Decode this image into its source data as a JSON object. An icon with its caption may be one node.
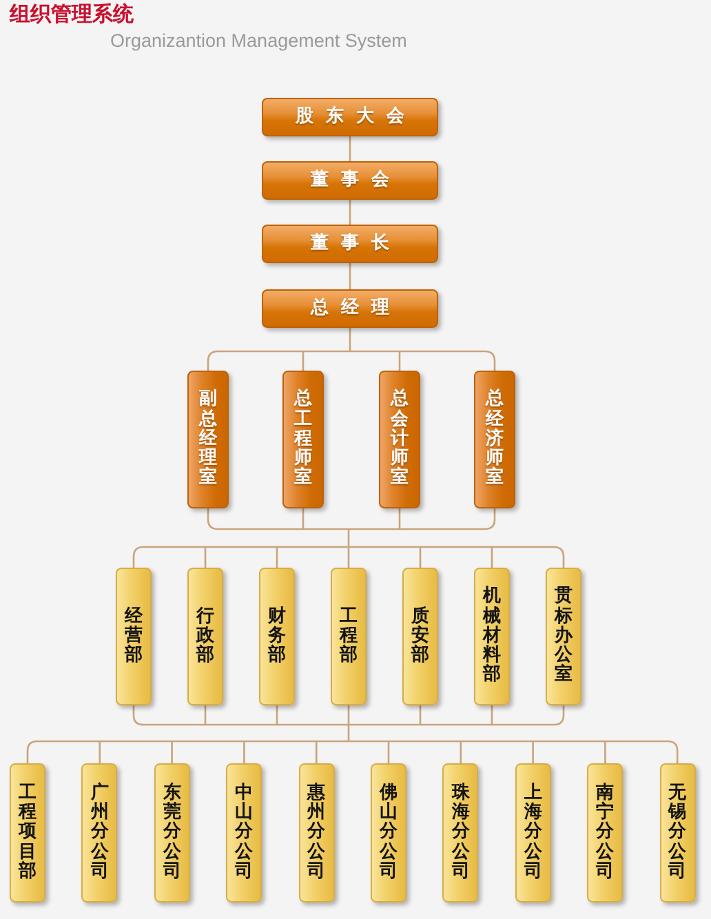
{
  "diagram": {
    "title": "组织管理系统",
    "nodes": [
      {
        "text": [
          "股东大会"
        ]
      },
      {
        "text": [
          "董事会"
        ]
      },
      {
        "text": [
          "董事长"
        ]
      },
      {
        "text": [
          "总经理"
        ]
      },
      {
        "text": [
          "副总经理室"
        ]
      },
      {
        "text": [
          "总工程师室"
        ]
      },
      {
        "text": [
          "总会计师室"
        ]
      },
      {
        "text": [
          "总经济师室"
        ]
      },
      {
        "text": [
          "经营部"
        ]
      },
      {
        "text": [
          "行政部"
        ]
      },
      {
        "text": [
          "财务部"
        ]
      },
      {
        "text": [
          "工程部"
        ]
      },
      {
        "text": [
          "质安部"
        ]
      },
      {
        "text": [
          "机械材料部"
        ]
      },
      {
        "text": [
          "贯标办公室"
        ]
      },
      {
        "text": [
          "工程项目部"
        ]
      },
      {
        "text": [
          "广州分公司"
        ]
      },
      {
        "text": [
          "东莞分公司"
        ]
      },
      {
        "text": [
          "中山分公司"
        ]
      },
      {
        "text": [
          "惠州分公司"
        ]
      },
      {
        "text": [
          "佛山分公司"
        ]
      },
      {
        "text": [
          "珠海分公司"
        ]
      },
      {
        "text": [
          "上海分公司"
        ]
      },
      {
        "text": [
          "南宁分公司"
        ]
      },
      {
        "text": [
          "无锡分公司"
        ]
      }
    ],
    "edges": [
      {
        "from": 0,
        "to": 1,
        "arrow": "none"
      },
      {
        "from": 1,
        "to": 2,
        "arrow": "none"
      },
      {
        "from": 2,
        "to": 3,
        "arrow": "none"
      },
      {
        "from": 3,
        "to": 4,
        "arrow": "none"
      },
      {
        "from": 3,
        "to": 5,
        "arrow": "none"
      },
      {
        "from": 3,
        "to": 6,
        "arrow": "none"
      },
      {
        "from": 3,
        "to": 7,
        "arrow": "none"
      },
      {
        "from": 4,
        "to": 8,
        "arrow": "none"
      },
      {
        "from": 4,
        "to": 9,
        "arrow": "none"
      },
      {
        "from": 4,
        "to": 10,
        "arrow": "none"
      },
      {
        "from": 4,
        "to": 11,
        "arrow": "none"
      },
      {
        "from": 4,
        "to": 12,
        "arrow": "none"
      },
      {
        "from": 4,
        "to": 13,
        "arrow": "none"
      },
      {
        "from": 4,
        "to": 14,
        "arrow": "none"
      },
      {
        "from": 5,
        "to": 8,
        "arrow": "none"
      },
      {
        "from": 5,
        "to": 9,
        "arrow": "none"
      },
      {
        "from": 5,
        "to": 10,
        "arrow": "none"
      },
      {
        "from": 5,
        "to": 11,
        "arrow": "none"
      },
      {
        "from": 5,
        "to": 12,
        "arrow": "none"
      },
      {
        "from": 5,
        "to": 13,
        "arrow": "none"
      },
      {
        "from": 5,
        "to": 14,
        "arrow": "none"
      },
      {
        "from": 6,
        "to": 8,
        "arrow": "none"
      },
      {
        "from": 6,
        "to": 9,
        "arrow": "none"
      },
      {
        "from": 6,
        "to": 10,
        "arrow": "none"
      },
      {
        "from": 6,
        "to": 11,
        "arrow": "none"
      },
      {
        "from": 6,
        "to": 12,
        "arrow": "none"
      },
      {
        "from": 6,
        "to": 13,
        "arrow": "none"
      },
      {
        "from": 6,
        "to": 14,
        "arrow": "none"
      },
      {
        "from": 7,
        "to": 8,
        "arrow": "none"
      },
      {
        "from": 7,
        "to": 9,
        "arrow": "none"
      },
      {
        "from": 7,
        "to": 10,
        "arrow": "none"
      },
      {
        "from": 7,
        "to": 11,
        "arrow": "none"
      },
      {
        "from": 7,
        "to": 12,
        "arrow": "none"
      },
      {
        "from": 7,
        "to": 13,
        "arrow": "none"
      },
      {
        "from": 7,
        "to": 14,
        "arrow": "none"
      },
      {
        "from": 8,
        "to": 15,
        "arrow": "none"
      },
      {
        "from": 8,
        "to": 16,
        "arrow": "none"
      },
      {
        "from": 8,
        "to": 17,
        "arrow": "none"
      },
      {
        "from": 8,
        "to": 18,
        "arrow": "none"
      },
      {
        "from": 8,
        "to": 19,
        "arrow": "none"
      },
      {
        "from": 8,
        "to": 20,
        "arrow": "none"
      },
      {
        "from": 8,
        "to": 21,
        "arrow": "none"
      },
      {
        "from": 8,
        "to": 22,
        "arrow": "none"
      },
      {
        "from": 8,
        "to": 23,
        "arrow": "none"
      },
      {
        "from": 8,
        "to": 24,
        "arrow": "none"
      },
      {
        "from": 9,
        "to": 15,
        "arrow": "none"
      },
      {
        "from": 9,
        "to": 16,
        "arrow": "none"
      },
      {
        "from": 9,
        "to": 17,
        "arrow": "none"
      },
      {
        "from": 9,
        "to": 18,
        "arrow": "none"
      },
      {
        "from": 9,
        "to": 19,
        "arrow": "none"
      },
      {
        "from": 9,
        "to": 20,
        "arrow": "none"
      },
      {
        "from": 9,
        "to": 21,
        "arrow": "none"
      },
      {
        "from": 9,
        "to": 22,
        "arrow": "none"
      },
      {
        "from": 9,
        "to": 23,
        "arrow": "none"
      },
      {
        "from": 9,
        "to": 24,
        "arrow": "none"
      },
      {
        "from": 10,
        "to": 15,
        "arrow": "none"
      },
      {
        "from": 10,
        "to": 16,
        "arrow": "none"
      },
      {
        "from": 10,
        "to": 17,
        "arrow": "none"
      },
      {
        "from": 10,
        "to": 18,
        "arrow": "none"
      },
      {
        "from": 10,
        "to": 19,
        "arrow": "none"
      },
      {
        "from": 10,
        "to": 20,
        "arrow": "none"
      },
      {
        "from": 10,
        "to": 21,
        "arrow": "none"
      },
      {
        "from": 10,
        "to": 22,
        "arrow": "none"
      },
      {
        "from": 10,
        "to": 23,
        "arrow": "none"
      },
      {
        "from": 10,
        "to": 24,
        "arrow": "none"
      },
      {
        "from": 11,
        "to": 15,
        "arrow": "none"
      },
      {
        "from": 11,
        "to": 16,
        "arrow": "none"
      },
      {
        "from": 11,
        "to": 17,
        "arrow": "none"
      },
      {
        "from": 11,
        "to": 18,
        "arrow": "none"
      },
      {
        "from": 11,
        "to": 19,
        "arrow": "none"
      },
      {
        "from": 11,
        "to": 20,
        "arrow": "none"
      },
      {
        "from": 11,
        "to": 21,
        "arrow": "none"
      },
      {
        "from": 11,
        "to": 22,
        "arrow": "none"
      },
      {
        "from": 11,
        "to": 23,
        "arrow": "none"
      },
      {
        "from": 11,
        "to": 24,
        "arrow": "none"
      },
      {
        "from": 12,
        "to": 15,
        "arrow": "none"
      },
      {
        "from": 12,
        "to": 16,
        "arrow": "none"
      },
      {
        "from": 12,
        "to": 17,
        "arrow": "none"
      },
      {
        "from": 12,
        "to": 18,
        "arrow": "none"
      },
      {
        "from": 12,
        "to": 19,
        "arrow": "none"
      },
      {
        "from": 12,
        "to": 20,
        "arrow": "none"
      },
      {
        "from": 12,
        "to": 21,
        "arrow": "none"
      },
      {
        "from": 12,
        "to": 22,
        "arrow": "none"
      },
      {
        "from": 12,
        "to": 23,
        "arrow": "none"
      },
      {
        "from": 12,
        "to": 24,
        "arrow": "none"
      },
      {
        "from": 13,
        "to": 15,
        "arrow": "none"
      },
      {
        "from": 13,
        "to": 16,
        "arrow": "none"
      },
      {
        "from": 13,
        "to": 17,
        "arrow": "none"
      },
      {
        "from": 13,
        "to": 18,
        "arrow": "none"
      },
      {
        "from": 13,
        "to": 19,
        "arrow": "none"
      },
      {
        "from": 13,
        "to": 20,
        "arrow": "none"
      },
      {
        "from": 13,
        "to": 21,
        "arrow": "none"
      },
      {
        "from": 13,
        "to": 22,
        "arrow": "none"
      },
      {
        "from": 13,
        "to": 23,
        "arrow": "none"
      },
      {
        "from": 13,
        "to": 24,
        "arrow": "none"
      },
      {
        "from": 14,
        "to": 15,
        "arrow": "none"
      },
      {
        "from": 14,
        "to": 16,
        "arrow": "none"
      },
      {
        "from": 14,
        "to": 17,
        "arrow": "none"
      },
      {
        "from": 14,
        "to": 18,
        "arrow": "none"
      },
      {
        "from": 14,
        "to": 19,
        "arrow": "none"
      },
      {
        "from": 14,
        "to": 20,
        "arrow": "none"
      },
      {
        "from": 14,
        "to": 21,
        "arrow": "none"
      },
      {
        "from": 14,
        "to": 22,
        "arrow": "none"
      },
      {
        "from": 14,
        "to": 23,
        "arrow": "none"
      },
      {
        "from": 14,
        "to": 24,
        "arrow": "none"
      }
    ],
    "labels": [
      "Organizantion Management System"
    ]
  }
}
